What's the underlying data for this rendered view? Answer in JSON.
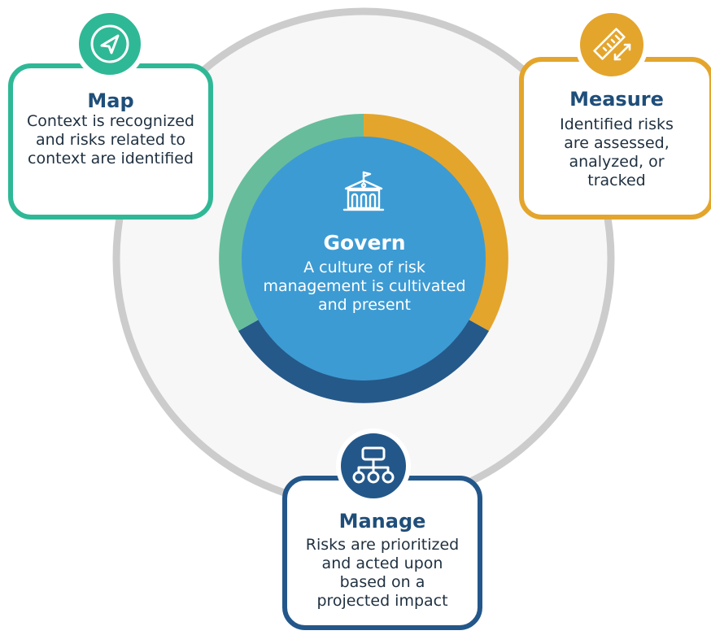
{
  "govern": {
    "title": "Govern",
    "description": "A culture of risk management is cultivated and present",
    "icon": "building-icon",
    "color": "#3d9bd3"
  },
  "map": {
    "title": "Map",
    "description": "Context is recognized and risks related to context are identified",
    "icon": "navigation-arrow-icon",
    "color": "#2fb896"
  },
  "measure": {
    "title": "Measure",
    "description": "Identified risks are assessed, analyzed, or tracked",
    "icon": "ruler-icon",
    "color": "#e4a52c"
  },
  "manage": {
    "title": "Manage",
    "description": "Risks are prioritized and acted upon based on a projected impact",
    "icon": "hierarchy-icon",
    "color": "#23578a"
  },
  "colors": {
    "outer_ring": "#cdcccc",
    "outer_fill": "#f7f7f7",
    "ring_map": "#67bd9b",
    "ring_measure": "#e4a52c",
    "ring_manage": "#25598a"
  }
}
